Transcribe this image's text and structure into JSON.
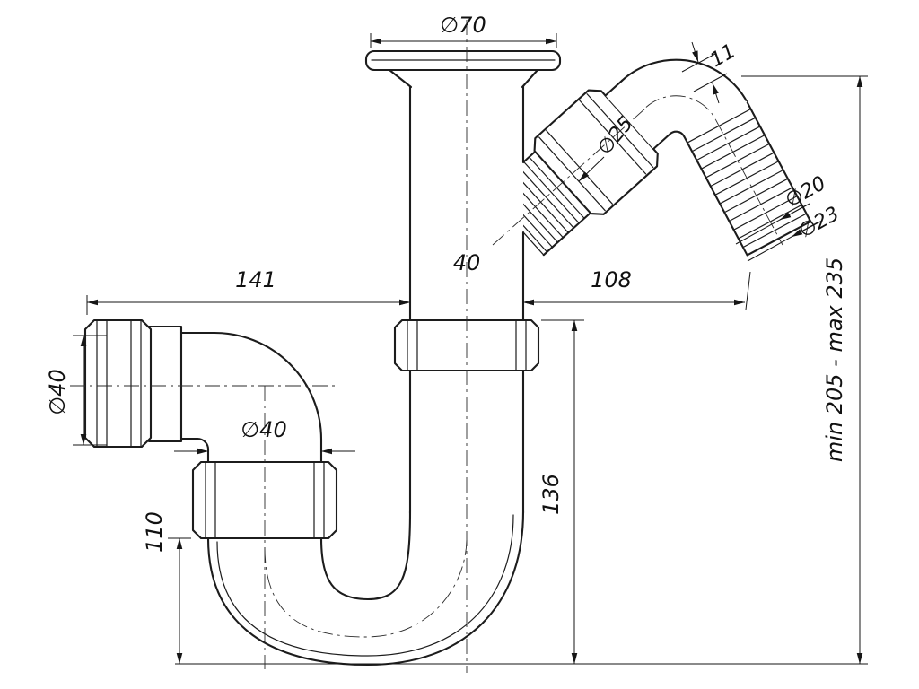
{
  "dimensions": {
    "flange_diameter": "∅70",
    "branch_offset": "11",
    "branch_nut_diameter": "∅25",
    "hose_end_diameter": "∅20",
    "hose_outer_diameter": "∅23",
    "left_length": "141",
    "pipe_width": "40",
    "right_length": "108",
    "outlet_diameter": "∅40",
    "trap_diameter": "∅40",
    "outlet_depth": "110",
    "trap_depth": "136",
    "overall_height": "min 205 - max 235"
  },
  "colors": {
    "line": "#1c1c1c",
    "background": "#ffffff"
  }
}
